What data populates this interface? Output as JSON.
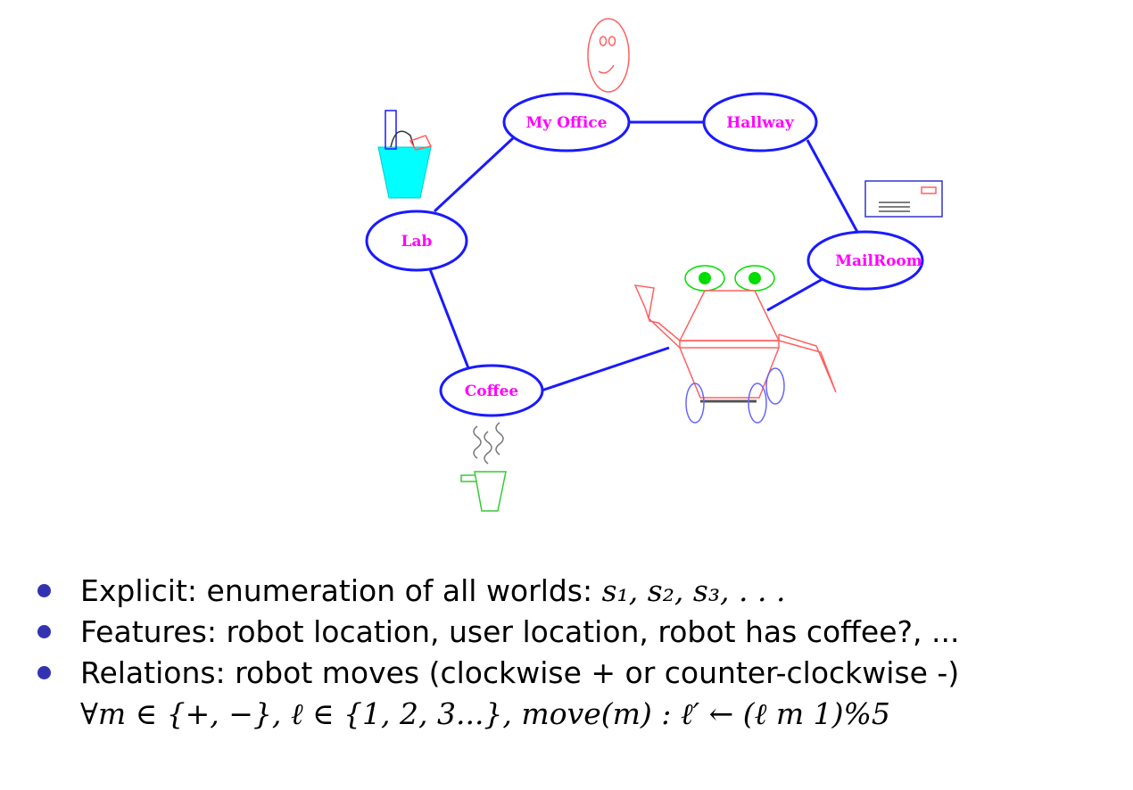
{
  "diagram": {
    "nodes": {
      "my_office": "My Office",
      "hallway": "Hallway",
      "lab": "Lab",
      "mailroom": "MailRoom",
      "coffee": "Coffee"
    },
    "colors": {
      "edge": "#1a1aff",
      "label": "#ff00ff",
      "robot": "#ff6060",
      "eyes": "#00dd00",
      "cup_lab": "#00ffff",
      "cup_coffee": "#33cc33"
    },
    "icons": [
      "user-face-icon",
      "lab-cup-icon",
      "mail-envelope-icon",
      "robot-icon",
      "steam-icon",
      "coffee-cup-icon"
    ]
  },
  "bullets": {
    "b1_text": "Explicit: enumeration of all worlds: ",
    "b1_math": "s₁, s₂, s₃, . . .",
    "b2_text": "Features: robot location, user location, robot has coffee?, ...",
    "b3_text": "Relations: robot moves (clockwise + or counter-clockwise -)",
    "b3_formula": "∀m ∈ {+, −}, ℓ ∈ {1, 2, 3...}, move(m) : ℓ′ ← (ℓ  m 1)%5"
  }
}
